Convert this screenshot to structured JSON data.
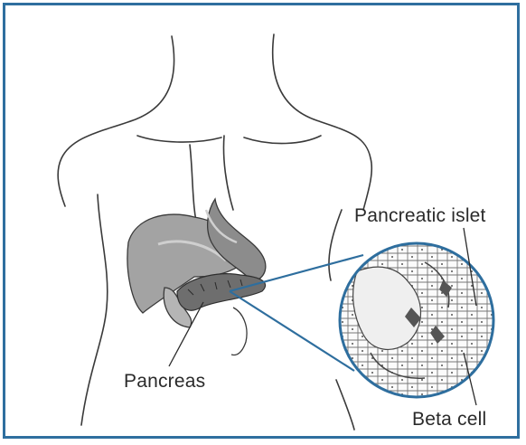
{
  "labels": {
    "pancreatic_islet": "Pancreatic islet",
    "pancreas": "Pancreas",
    "beta_cell": "Beta cell"
  },
  "colors": {
    "frame": "#2f6f9f",
    "zoom_circle": "#2e6e9e",
    "line_art": "#3a3a3a",
    "organ_fill": "#9a9a9a",
    "pancreas_fill": "#6e6e6e"
  }
}
